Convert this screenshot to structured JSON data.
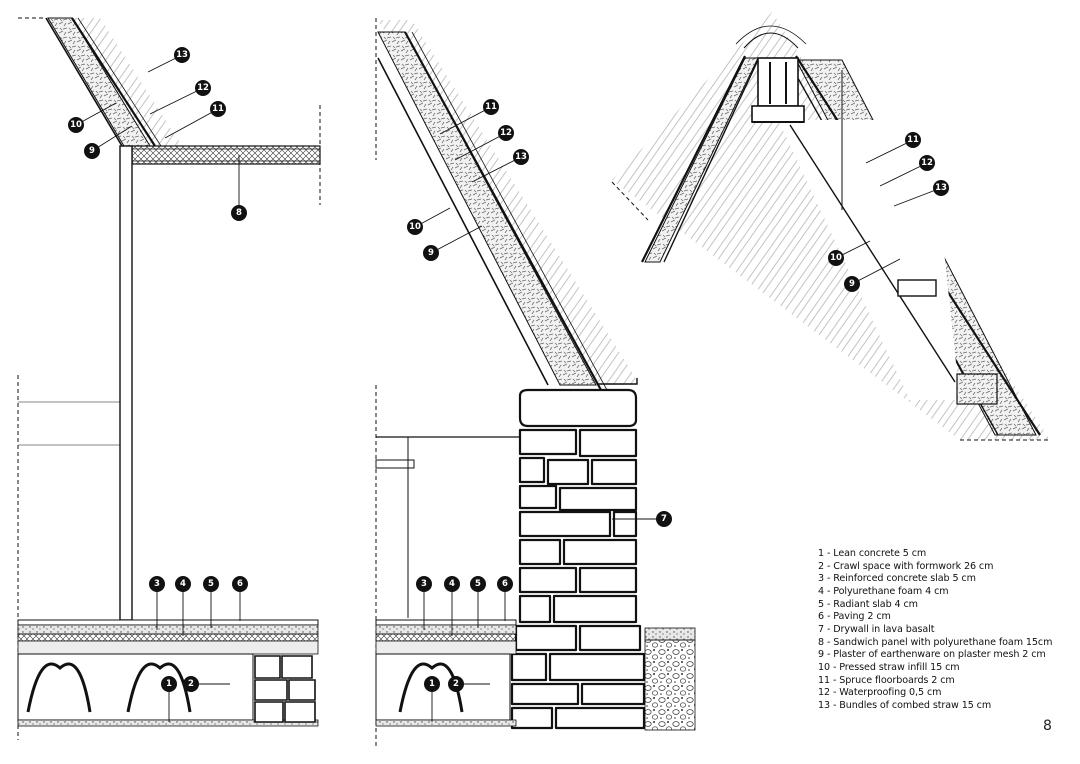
{
  "legend": [
    {
      "number": "1",
      "text": "1 - Lean concrete 5 cm"
    },
    {
      "number": "2",
      "text": "2 - Crawl space with formwork 26 cm"
    },
    {
      "number": "3",
      "text": "3 - Reinforced concrete slab 5 cm"
    },
    {
      "number": "4",
      "text": "4 - Polyurethane foam 4 cm"
    },
    {
      "number": "5",
      "text": "5 - Radiant slab 4 cm"
    },
    {
      "number": "6",
      "text": "6 - Paving 2 cm"
    },
    {
      "number": "7",
      "text": "7 - Drywall in lava basalt"
    },
    {
      "number": "8",
      "text": "8 - Sandwich panel with polyurethane foam 15cm"
    },
    {
      "number": "9",
      "text": "9 - Plaster of earthenware on plaster mesh 2 cm"
    },
    {
      "number": "10",
      "text": "10 - Pressed straw infill 15 cm"
    },
    {
      "number": "11",
      "text": "11 - Spruce floorboards 2 cm"
    },
    {
      "number": "12",
      "text": "12 - Waterproofing 0,5 cm"
    },
    {
      "number": "13",
      "text": "13 - Bundles of combed straw 15 cm"
    }
  ],
  "page_number": "8",
  "colors": {
    "ink": "#111111",
    "hatch": "#555555",
    "background": "#ffffff"
  },
  "callouts": {
    "detail_left": [
      "13",
      "12",
      "11",
      "10",
      "9",
      "8",
      "3",
      "4",
      "5",
      "6",
      "1",
      "2"
    ],
    "detail_middle": [
      "11",
      "12",
      "13",
      "10",
      "9",
      "7",
      "3",
      "4",
      "5",
      "6",
      "1",
      "2"
    ],
    "detail_right": [
      "11",
      "12",
      "13",
      "10",
      "9"
    ]
  }
}
